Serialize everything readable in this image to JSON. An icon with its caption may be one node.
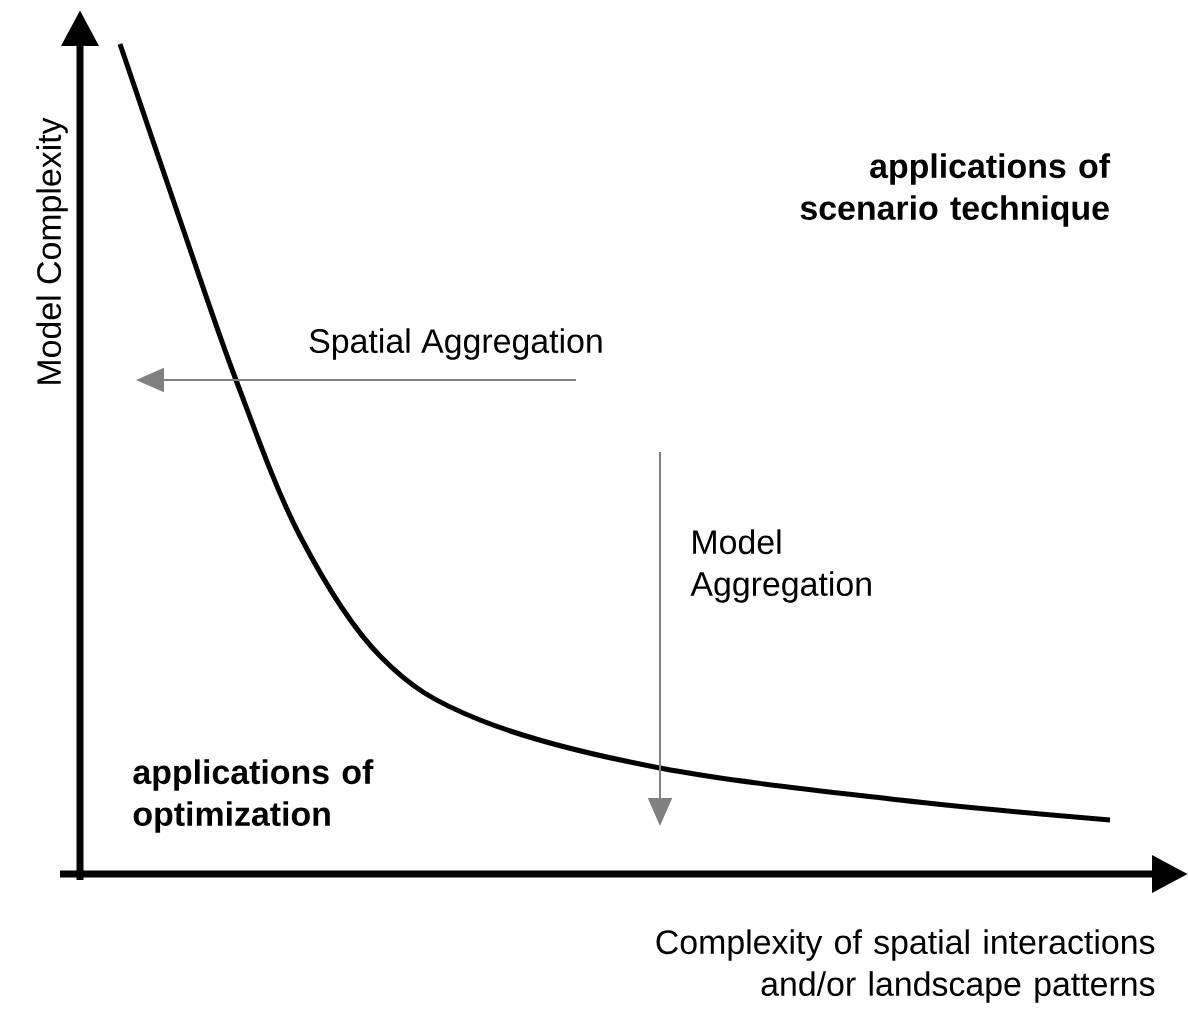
{
  "diagram": {
    "labels": [
      "Model Complexity",
      "applications of scenario technique",
      "Spatial Aggregation",
      "Model Aggregation",
      "applications of optimization",
      "Complexity of spatial interactions and/or landscape patterns"
    ]
  }
}
